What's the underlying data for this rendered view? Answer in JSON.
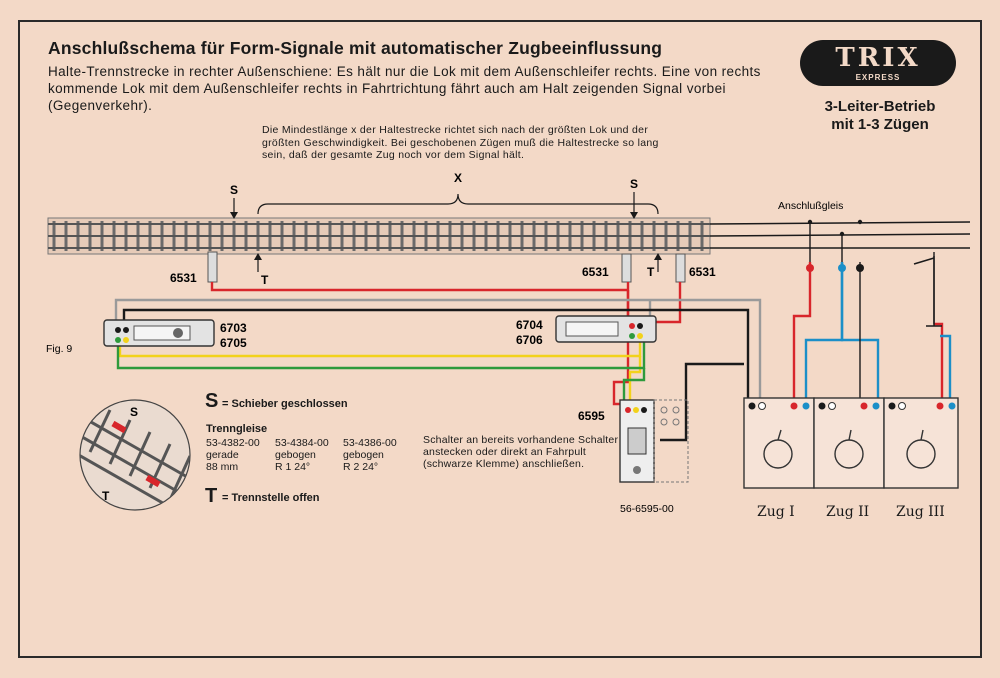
{
  "title": "Anschlußschema für Form-Signale mit automatischer Zugbeeinflussung",
  "intro": "Halte-Trennstrecke in rechter Außenschiene: Es hält nur die Lok mit dem Außenschleifer rechts. Eine von rechts kommende Lok mit dem Außenschleifer rechts in Fahrtrichtung fährt auch am Halt zeigenden Signal vorbei (Gegenverkehr).",
  "note": "Die Mindestlänge x der Haltestrecke richtet sich nach der größten Lok und der größten Geschwindigkeit. Bei geschobenen Zügen muß die Haltestrecke so lang sein, daß der gesamte Zug noch vor dem Signal hält.",
  "logo": {
    "brand": "TRIX",
    "sub": "EXPRESS"
  },
  "operation": [
    "3-Leiter-Betrieb",
    "mit 1-3 Zügen"
  ],
  "figure": "Fig. 9",
  "diagram": {
    "x_label": "X",
    "s_mark": "S",
    "t_mark": "T",
    "anschlussgleis": "Anschlußgleis",
    "part_6531": "6531",
    "signal_left": [
      "6703",
      "6705"
    ],
    "signal_right": [
      "6704",
      "6706"
    ],
    "switch_part": "6595",
    "switch_code": "56-6595-00",
    "zug": [
      "Zug I",
      "Zug II",
      "Zug III"
    ]
  },
  "legend": {
    "s_key": "S",
    "s_text": "= Schieber geschlossen",
    "t_key": "T",
    "t_text": "= Trennstelle offen",
    "trenngleise_title": "Trenngleise",
    "trenngleise": [
      {
        "code": "53-4382-00",
        "kind": "gerade",
        "size": "88 mm"
      },
      {
        "code": "53-4384-00",
        "kind": "gebogen",
        "size": "R 1 24°"
      },
      {
        "code": "53-4386-00",
        "kind": "gebogen",
        "size": "R 2 24°"
      }
    ],
    "switch_note": "Schalter an bereits vorhandene Schalter anstecken oder direkt an Fahrpult (schwarze Klemme) anschließen."
  },
  "colors": {
    "red": "#d8262b",
    "yellow": "#f2d21b",
    "green": "#2e9a3c",
    "blue": "#1b8fc8",
    "black": "#1a1a1a",
    "grey": "#8c8c8c"
  }
}
